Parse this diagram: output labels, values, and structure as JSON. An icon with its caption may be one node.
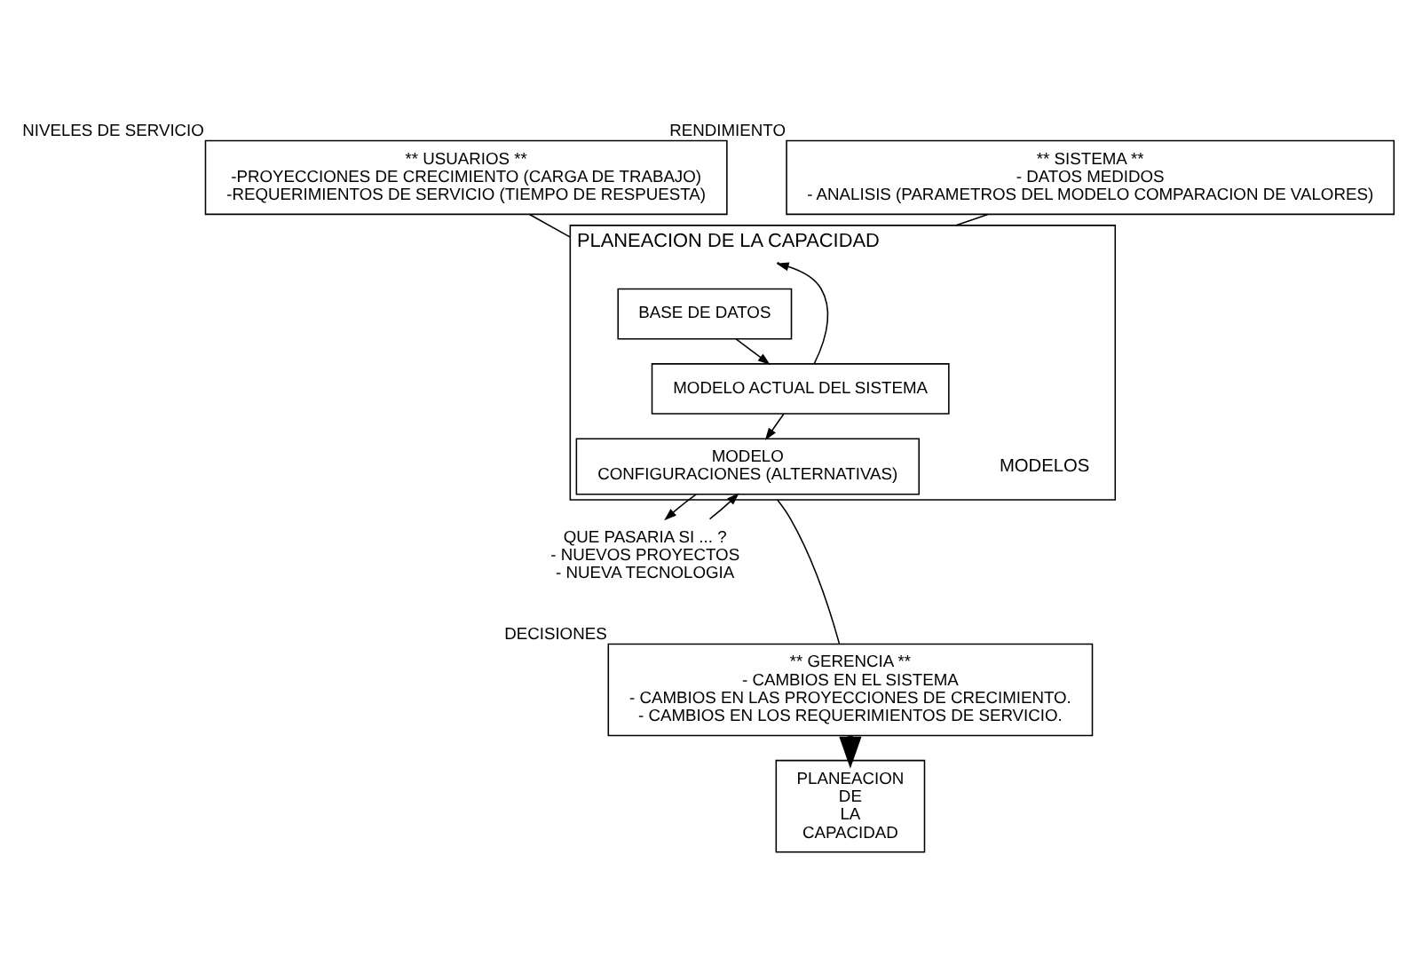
{
  "diagram": {
    "nodes": [
      {
        "text": [
          "** USUARIOS **",
          "-PROYECCIONES DE CRECIMIENTO (CARGA DE TRABAJO)",
          "-REQUERIMIENTOS DE SERVICIO (TIEMPO DE RESPUESTA)"
        ],
        "beside": [
          "NIVELES DE SERVICIO"
        ]
      },
      {
        "text": [
          "** SISTEMA **",
          "- DATOS MEDIDOS",
          "- ANALISIS (PARAMETROS DEL MODELO COMPARACION DE VALORES)"
        ],
        "beside": [
          "RENDIMIENTO"
        ]
      },
      {
        "text": [
          "PLANEACION DE LA CAPACIDAD"
        ],
        "beside": [
          "MODELOS"
        ]
      },
      {
        "text": [
          "BASE DE DATOS"
        ],
        "in": 2
      },
      {
        "text": [
          "MODELO ACTUAL DEL SISTEMA"
        ],
        "in": 2
      },
      {
        "text": [
          "MODELO",
          "CONFIGURACIONES (ALTERNATIVAS)"
        ],
        "in": 2
      },
      {
        "text": [
          "QUE PASARIA SI ... ?",
          "- NUEVOS PROYECTOS",
          "- NUEVA TECNOLOGIA"
        ]
      },
      {
        "text": [
          "** GERENCIA **",
          "- CAMBIOS EN EL SISTEMA",
          "- CAMBIOS EN LAS PROYECCIONES DE CRECIMIENTO.",
          "- CAMBIOS EN LOS REQUERIMIENTOS DE SERVICIO."
        ],
        "beside": [
          "DECISIONES"
        ]
      },
      {
        "text": [
          "PLANEACION",
          "DE",
          "LA",
          "CAPACIDAD"
        ]
      }
    ],
    "edges": [
      {
        "from": 0,
        "to": 2,
        "arrow": "none"
      },
      {
        "from": 1,
        "to": 2,
        "arrow": "none"
      },
      {
        "from": 3,
        "to": 4,
        "arrow": "to"
      },
      {
        "from": 4,
        "to": 2,
        "arrow": "to"
      },
      {
        "from": 4,
        "to": 5,
        "arrow": "to"
      },
      {
        "from": 5,
        "to": 6,
        "arrow": "to"
      },
      {
        "from": 6,
        "to": 5,
        "arrow": "to"
      },
      {
        "from": 2,
        "to": 7,
        "arrow": "none"
      },
      {
        "from": 7,
        "to": 8,
        "arrow": "to",
        "style": "thick"
      }
    ]
  }
}
